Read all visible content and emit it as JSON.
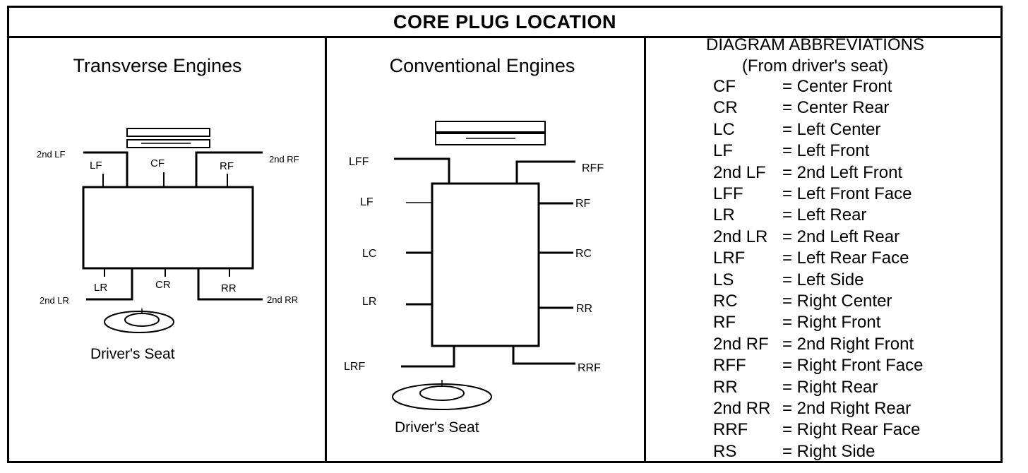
{
  "title": "CORE PLUG LOCATION",
  "transverse": {
    "heading": "Transverse Engines",
    "seat": "Driver's Seat",
    "labels": {
      "second_lf": "2nd LF",
      "lf": "LF",
      "cf": "CF",
      "rf": "RF",
      "second_rf": "2nd RF",
      "lr": "LR",
      "cr": "CR",
      "rr": "RR",
      "second_lr": "2nd LR",
      "second_rr": "2nd RR"
    }
  },
  "conventional": {
    "heading": "Conventional Engines",
    "seat": "Driver's Seat",
    "labels": {
      "lff": "LFF",
      "rff": "RFF",
      "lf": "LF",
      "rf": "RF",
      "lc": "LC",
      "rc": "RC",
      "lr": "LR",
      "rr": "RR",
      "lrf": "LRF",
      "rrf": "RRF"
    }
  },
  "abbreviations": {
    "title": "DIAGRAM ABBREVIATIONS",
    "subtitle": "(From driver's seat)",
    "items": [
      {
        "code": "CF",
        "definition": "= Center Front"
      },
      {
        "code": "CR",
        "definition": "= Center Rear"
      },
      {
        "code": "LC",
        "definition": "= Left Center"
      },
      {
        "code": "LF",
        "definition": "= Left Front"
      },
      {
        "code": "2nd LF",
        "definition": "= 2nd Left Front"
      },
      {
        "code": "LFF",
        "definition": "= Left Front Face"
      },
      {
        "code": "LR",
        "definition": "= Left Rear"
      },
      {
        "code": "2nd LR",
        "definition": "= 2nd Left Rear"
      },
      {
        "code": "LRF",
        "definition": "= Left Rear Face"
      },
      {
        "code": "LS",
        "definition": "= Left Side"
      },
      {
        "code": "RC",
        "definition": "= Right Center"
      },
      {
        "code": "RF",
        "definition": "= Right Front"
      },
      {
        "code": "2nd RF",
        "definition": "= 2nd Right Front"
      },
      {
        "code": "RFF",
        "definition": "= Right Front Face"
      },
      {
        "code": "RR",
        "definition": "= Right Rear"
      },
      {
        "code": "2nd RR",
        "definition": "= 2nd Right Rear"
      },
      {
        "code": "RRF",
        "definition": "= Right Rear Face"
      },
      {
        "code": "RS",
        "definition": "= Right Side"
      }
    ]
  }
}
